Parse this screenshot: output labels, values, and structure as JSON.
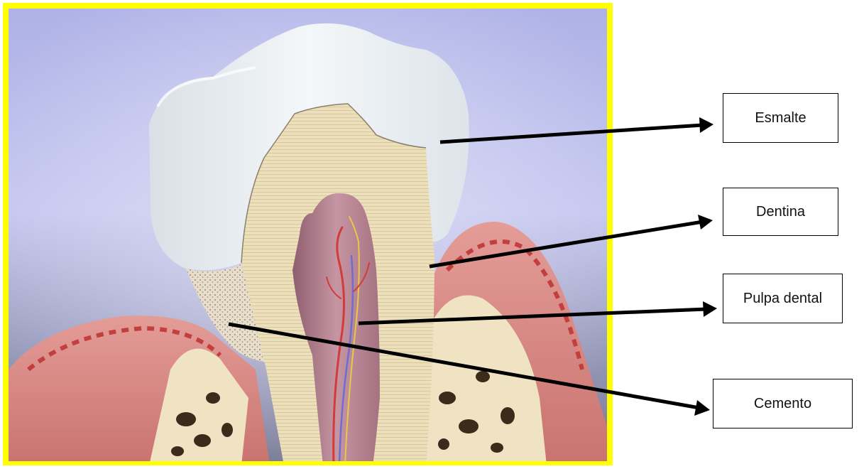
{
  "labels": {
    "esmalte": "Esmalte",
    "dentina": "Dentina",
    "pulpa": "Pulpa dental",
    "cemento": "Cemento"
  },
  "colors": {
    "frame": "#ffff00",
    "background_top": "#b3b6ea",
    "background_bottom": "#7e7f9a",
    "enamel": "#eef3f6",
    "dentin": "#e9dcb6",
    "pulp": "#b57f8c",
    "gum": "#d98a86",
    "bone": "#ede0c0",
    "arrow": "#000000"
  }
}
